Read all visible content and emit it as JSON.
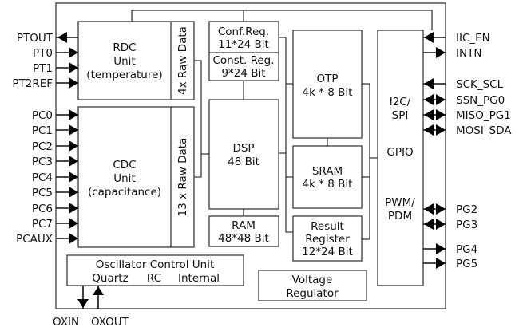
{
  "diagram": {
    "blocks": {
      "rdc": {
        "lines": [
          "RDC",
          "Unit",
          "(temperature)"
        ],
        "side_label": "4x Raw Data"
      },
      "cdc": {
        "lines": [
          "CDC",
          "Unit",
          "(capacitance)"
        ],
        "side_label": "13 x Raw Data"
      },
      "conf_reg": {
        "lines": [
          "Conf.Reg.",
          "11*24 Bit"
        ]
      },
      "const_reg": {
        "lines": [
          "Const. Reg.",
          "9*24 Bit"
        ]
      },
      "dsp": {
        "lines": [
          "DSP",
          "48 Bit"
        ]
      },
      "ram": {
        "lines": [
          "RAM",
          "48*48 Bit"
        ]
      },
      "otp": {
        "lines": [
          "OTP",
          "4k * 8 Bit"
        ]
      },
      "sram": {
        "lines": [
          "SRAM",
          "4k * 8 Bit"
        ]
      },
      "result_reg": {
        "lines": [
          "Result",
          "Register",
          "12*24 Bit"
        ]
      },
      "interface": {
        "i2c_spi": [
          "I2C/",
          "SPI"
        ],
        "gpio": "GPIO",
        "pwm_pdm": [
          "PWM/",
          "PDM"
        ]
      },
      "oscillator": {
        "title": "Oscillator Control Unit",
        "options": [
          "Quartz",
          "RC",
          "Internal"
        ]
      },
      "voltage_reg": {
        "lines": [
          "Voltage",
          "Regulator"
        ]
      }
    },
    "left_pins": [
      {
        "name": "PTOUT",
        "dir": "out"
      },
      {
        "name": "PT0",
        "dir": "in"
      },
      {
        "name": "PT1",
        "dir": "in"
      },
      {
        "name": "PT2REF",
        "dir": "in"
      },
      {
        "name": "PC0",
        "dir": "in"
      },
      {
        "name": "PC1",
        "dir": "in"
      },
      {
        "name": "PC2",
        "dir": "in"
      },
      {
        "name": "PC3",
        "dir": "in"
      },
      {
        "name": "PC4",
        "dir": "in"
      },
      {
        "name": "PC5",
        "dir": "in"
      },
      {
        "name": "PC6",
        "dir": "in"
      },
      {
        "name": "PC7",
        "dir": "in"
      },
      {
        "name": "PCAUX",
        "dir": "in"
      }
    ],
    "right_pins": [
      {
        "name": "IIC_EN",
        "dir": "in"
      },
      {
        "name": "INTN",
        "dir": "out"
      },
      {
        "name": "SCK_SCL",
        "dir": "in"
      },
      {
        "name": "SSN_PG0",
        "dir": "bidir"
      },
      {
        "name": "MISO_PG1",
        "dir": "bidir"
      },
      {
        "name": "MOSI_SDA",
        "dir": "bidir"
      },
      {
        "name": "PG2",
        "dir": "bidir"
      },
      {
        "name": "PG3",
        "dir": "bidir"
      },
      {
        "name": "PG4",
        "dir": "out"
      },
      {
        "name": "PG5",
        "dir": "out"
      }
    ],
    "bottom_pins": [
      {
        "name": "OXIN",
        "dir": "in"
      },
      {
        "name": "OXOUT",
        "dir": "out"
      }
    ]
  }
}
